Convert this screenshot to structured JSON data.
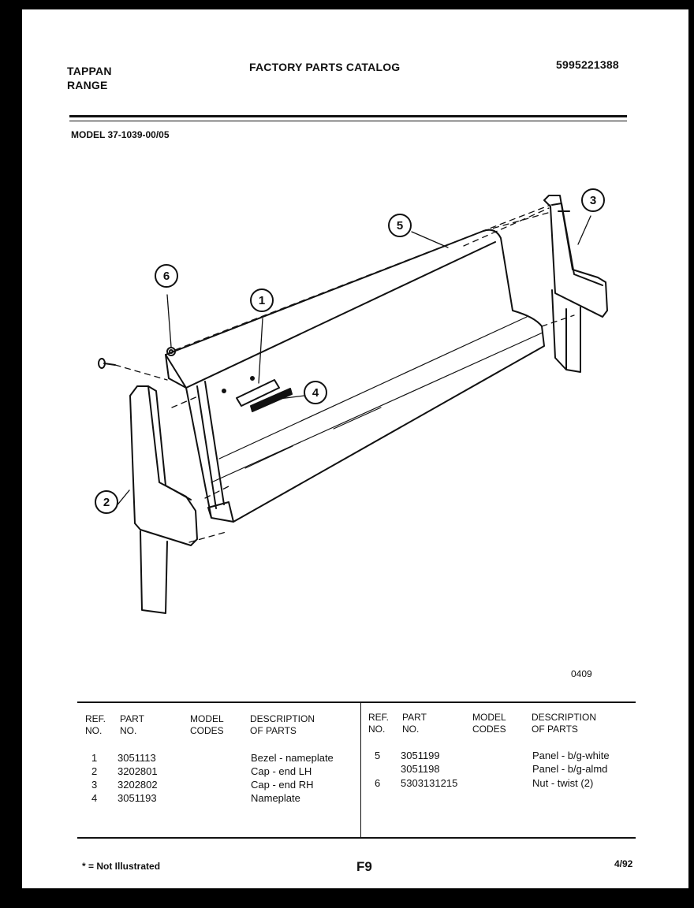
{
  "header": {
    "brand": "TAPPAN",
    "product": "RANGE",
    "title": "FACTORY PARTS CATALOG",
    "catalog_number": "5995221388",
    "model_label": "MODEL 37-1039-00/05"
  },
  "diagram": {
    "callouts": [
      "1",
      "2",
      "3",
      "4",
      "5",
      "6"
    ],
    "drawing_code": "0409"
  },
  "table": {
    "headers": {
      "ref_no": "REF. NO.",
      "part_no": "PART NO.",
      "model_codes": "MODEL CODES",
      "description": "DESCRIPTION OF PARTS"
    },
    "left_rows": [
      {
        "ref": "1",
        "part": "3051113",
        "codes": "",
        "desc": "Bezel - nameplate"
      },
      {
        "ref": "2",
        "part": "3202801",
        "codes": "",
        "desc": "Cap - end LH"
      },
      {
        "ref": "3",
        "part": "3202802",
        "codes": "",
        "desc": "Cap - end RH"
      },
      {
        "ref": "4",
        "part": "3051193",
        "codes": "",
        "desc": "Nameplate"
      }
    ],
    "right_rows": [
      {
        "ref": "5",
        "part": "3051199",
        "codes": "",
        "desc": "Panel - b/g-white"
      },
      {
        "ref": "",
        "part": "3051198",
        "codes": "",
        "desc": "Panel - b/g-almd"
      },
      {
        "ref": "6",
        "part": "5303131215",
        "codes": "",
        "desc": "Nut - twist (2)"
      }
    ]
  },
  "footer": {
    "note": "* = Not Illustrated",
    "page": "F9",
    "date": "4/92"
  }
}
